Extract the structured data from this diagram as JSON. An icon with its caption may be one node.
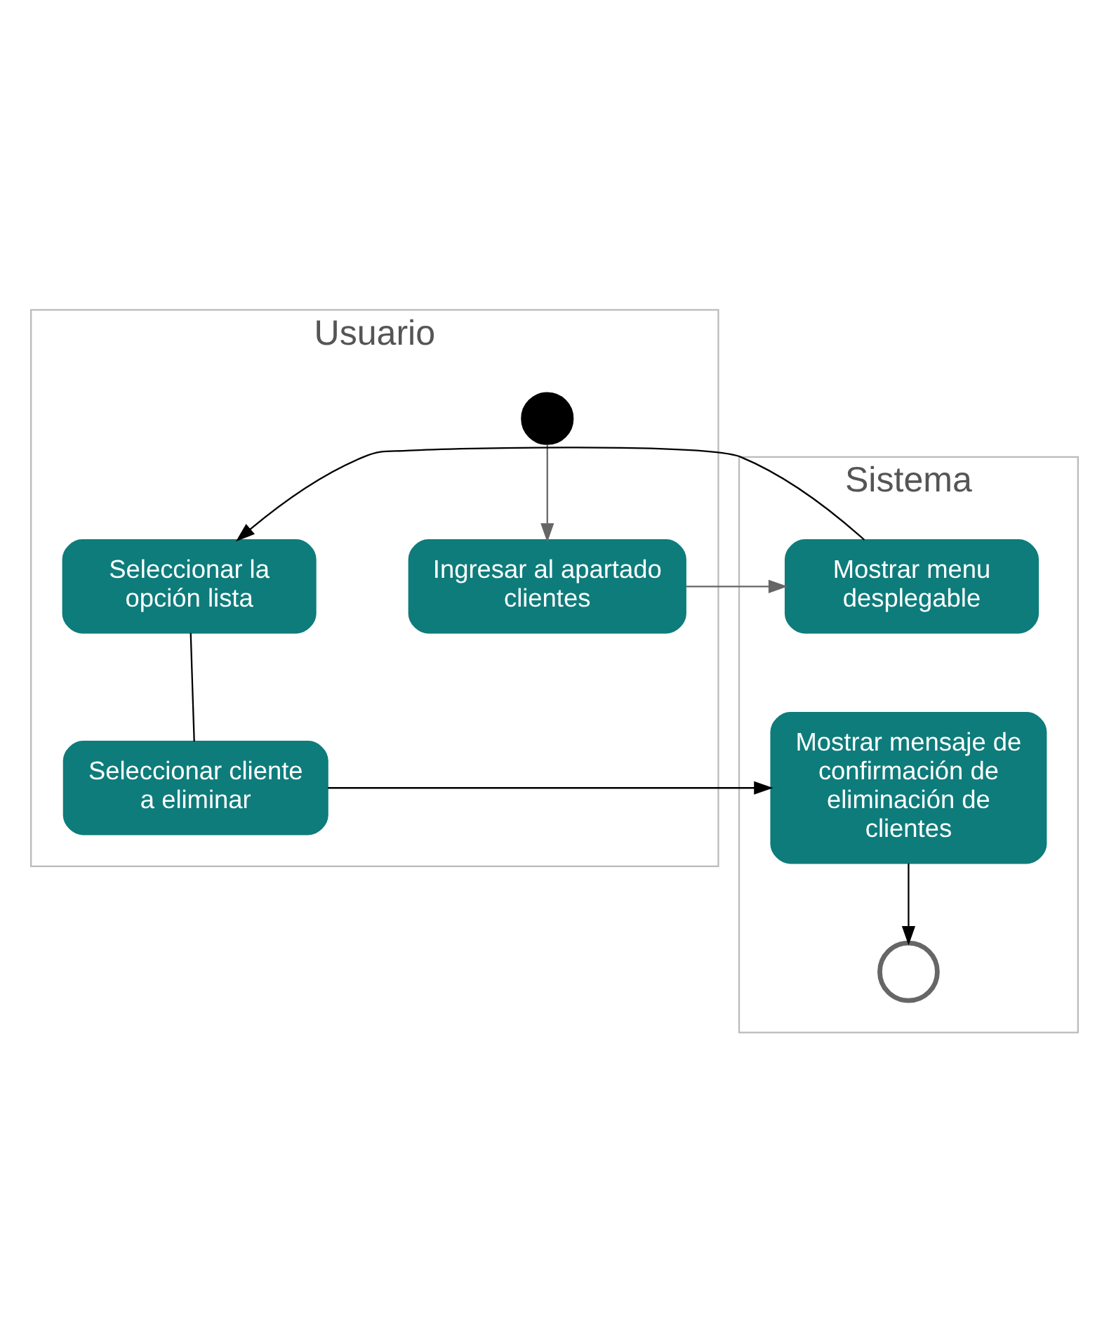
{
  "diagram": {
    "nodes": [
      {
        "text": [
          "Usuario"
        ]
      },
      {
        "text": [
          "Sistema"
        ]
      },
      {
        "text": [],
        "shape": "circle",
        "in": 0
      },
      {
        "text": [
          "Ingresar al apartado clientes"
        ],
        "in": 0
      },
      {
        "text": [
          "Mostrar menu desplegable"
        ],
        "in": 1
      },
      {
        "text": [
          "Seleccionar la opción lista"
        ],
        "in": 0
      },
      {
        "text": [
          "Seleccionar cliente a eliminar"
        ],
        "in": 0
      },
      {
        "text": [
          "Mostrar mensaje de confirmación de eliminación de clientes"
        ],
        "in": 1
      },
      {
        "text": [],
        "shape": "circle",
        "in": 1
      }
    ],
    "edges": [
      {
        "from": 2,
        "to": 3,
        "arrow": "to",
        "color": "#666666"
      },
      {
        "from": 3,
        "to": 4,
        "arrow": "to",
        "color": "#666666"
      },
      {
        "from": 4,
        "to": 5,
        "arrow": "to"
      },
      {
        "from": 5,
        "to": 6,
        "arrow": "none"
      },
      {
        "from": 6,
        "to": 7,
        "arrow": "to"
      },
      {
        "from": 7,
        "to": 8,
        "arrow": "to"
      }
    ]
  }
}
